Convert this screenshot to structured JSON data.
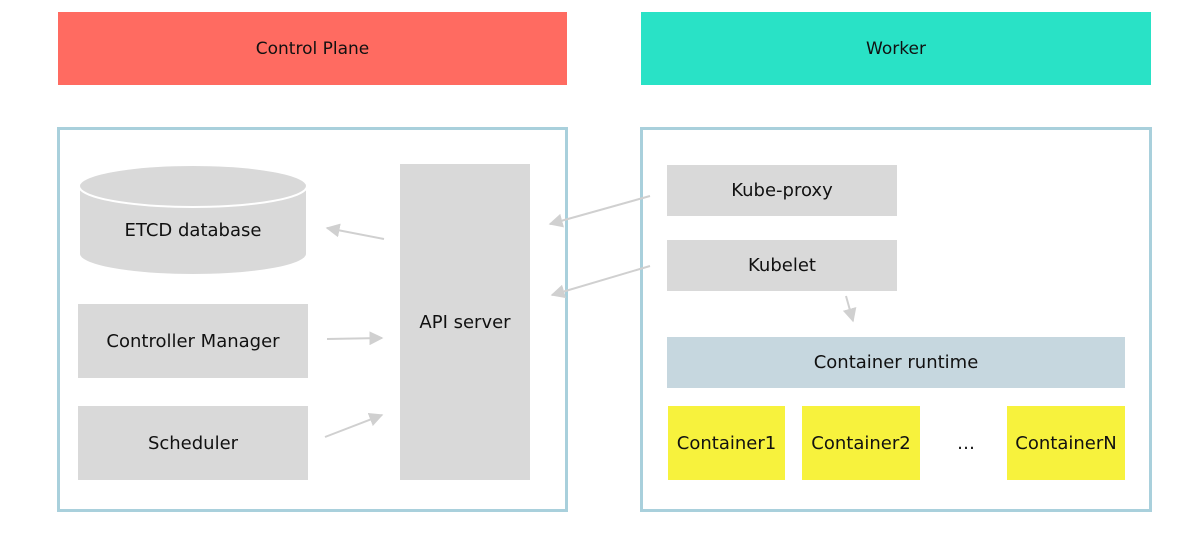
{
  "colors": {
    "control_plane_header": "#ff6b61",
    "worker_header": "#29e2c6",
    "panel_border": "#a9d0dc",
    "component_fill": "#d9d9d9",
    "runtime_fill": "#c6d7df",
    "container_fill": "#f7f23d",
    "arrow": "#d0d0d0"
  },
  "control_plane": {
    "title": "Control Plane",
    "etcd": "ETCD database",
    "controller_manager": "Controller Manager",
    "scheduler": "Scheduler",
    "api_server": "API server"
  },
  "worker": {
    "title": "Worker",
    "kube_proxy": "Kube-proxy",
    "kubelet": "Kubelet",
    "container_runtime": "Container runtime",
    "containers": [
      "Container1",
      "Container2",
      "…",
      "ContainerN"
    ]
  },
  "arrows": [
    {
      "name": "api-to-etcd-arrow",
      "from": "api_server",
      "to": "etcd"
    },
    {
      "name": "controller-to-api-arrow",
      "from": "controller_manager",
      "to": "api_server"
    },
    {
      "name": "scheduler-to-api-arrow",
      "from": "scheduler",
      "to": "api_server"
    },
    {
      "name": "kube-proxy-to-api-arrow",
      "from": "kube_proxy",
      "to": "api_server"
    },
    {
      "name": "kubelet-to-api-arrow",
      "from": "kubelet",
      "to": "api_server"
    },
    {
      "name": "kubelet-to-runtime-arrow",
      "from": "kubelet",
      "to": "container_runtime"
    }
  ]
}
